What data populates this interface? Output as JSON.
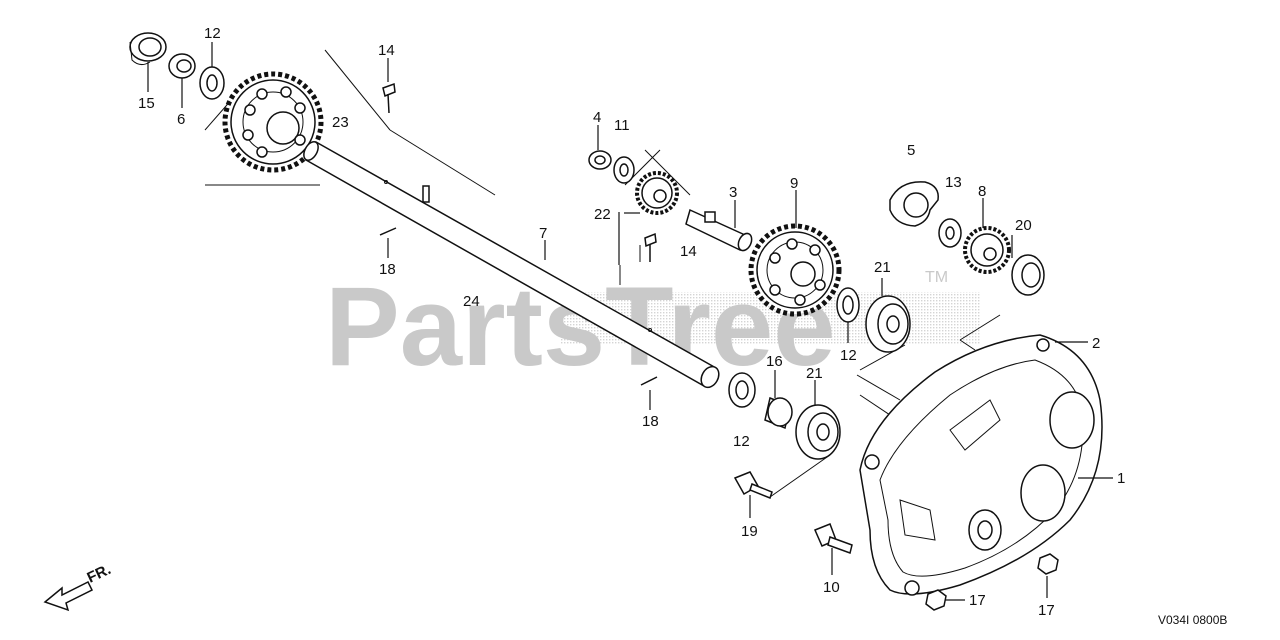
{
  "watermark": {
    "text": "PartsTree",
    "tm": "TM"
  },
  "diagram_code": "V034I 0800B",
  "front_indicator": "FR.",
  "callouts": [
    {
      "id": "c1",
      "text": "1"
    },
    {
      "id": "c2",
      "text": "2"
    },
    {
      "id": "c3",
      "text": "3"
    },
    {
      "id": "c4",
      "text": "4"
    },
    {
      "id": "c5",
      "text": "5"
    },
    {
      "id": "c6",
      "text": "6"
    },
    {
      "id": "c7",
      "text": "7"
    },
    {
      "id": "c8",
      "text": "8"
    },
    {
      "id": "c9",
      "text": "9"
    },
    {
      "id": "c10",
      "text": "10"
    },
    {
      "id": "c11",
      "text": "11"
    },
    {
      "id": "c12a",
      "text": "12"
    },
    {
      "id": "c12b",
      "text": "12"
    },
    {
      "id": "c12c",
      "text": "12"
    },
    {
      "id": "c13",
      "text": "13"
    },
    {
      "id": "c14a",
      "text": "14"
    },
    {
      "id": "c14b",
      "text": "14"
    },
    {
      "id": "c15",
      "text": "15"
    },
    {
      "id": "c16",
      "text": "16"
    },
    {
      "id": "c17a",
      "text": "17"
    },
    {
      "id": "c17b",
      "text": "17"
    },
    {
      "id": "c18a",
      "text": "18"
    },
    {
      "id": "c18b",
      "text": "18"
    },
    {
      "id": "c19",
      "text": "19"
    },
    {
      "id": "c20",
      "text": "20"
    },
    {
      "id": "c21a",
      "text": "21"
    },
    {
      "id": "c21b",
      "text": "21"
    },
    {
      "id": "c22",
      "text": "22"
    },
    {
      "id": "c23",
      "text": "23"
    },
    {
      "id": "c24",
      "text": "24"
    }
  ]
}
